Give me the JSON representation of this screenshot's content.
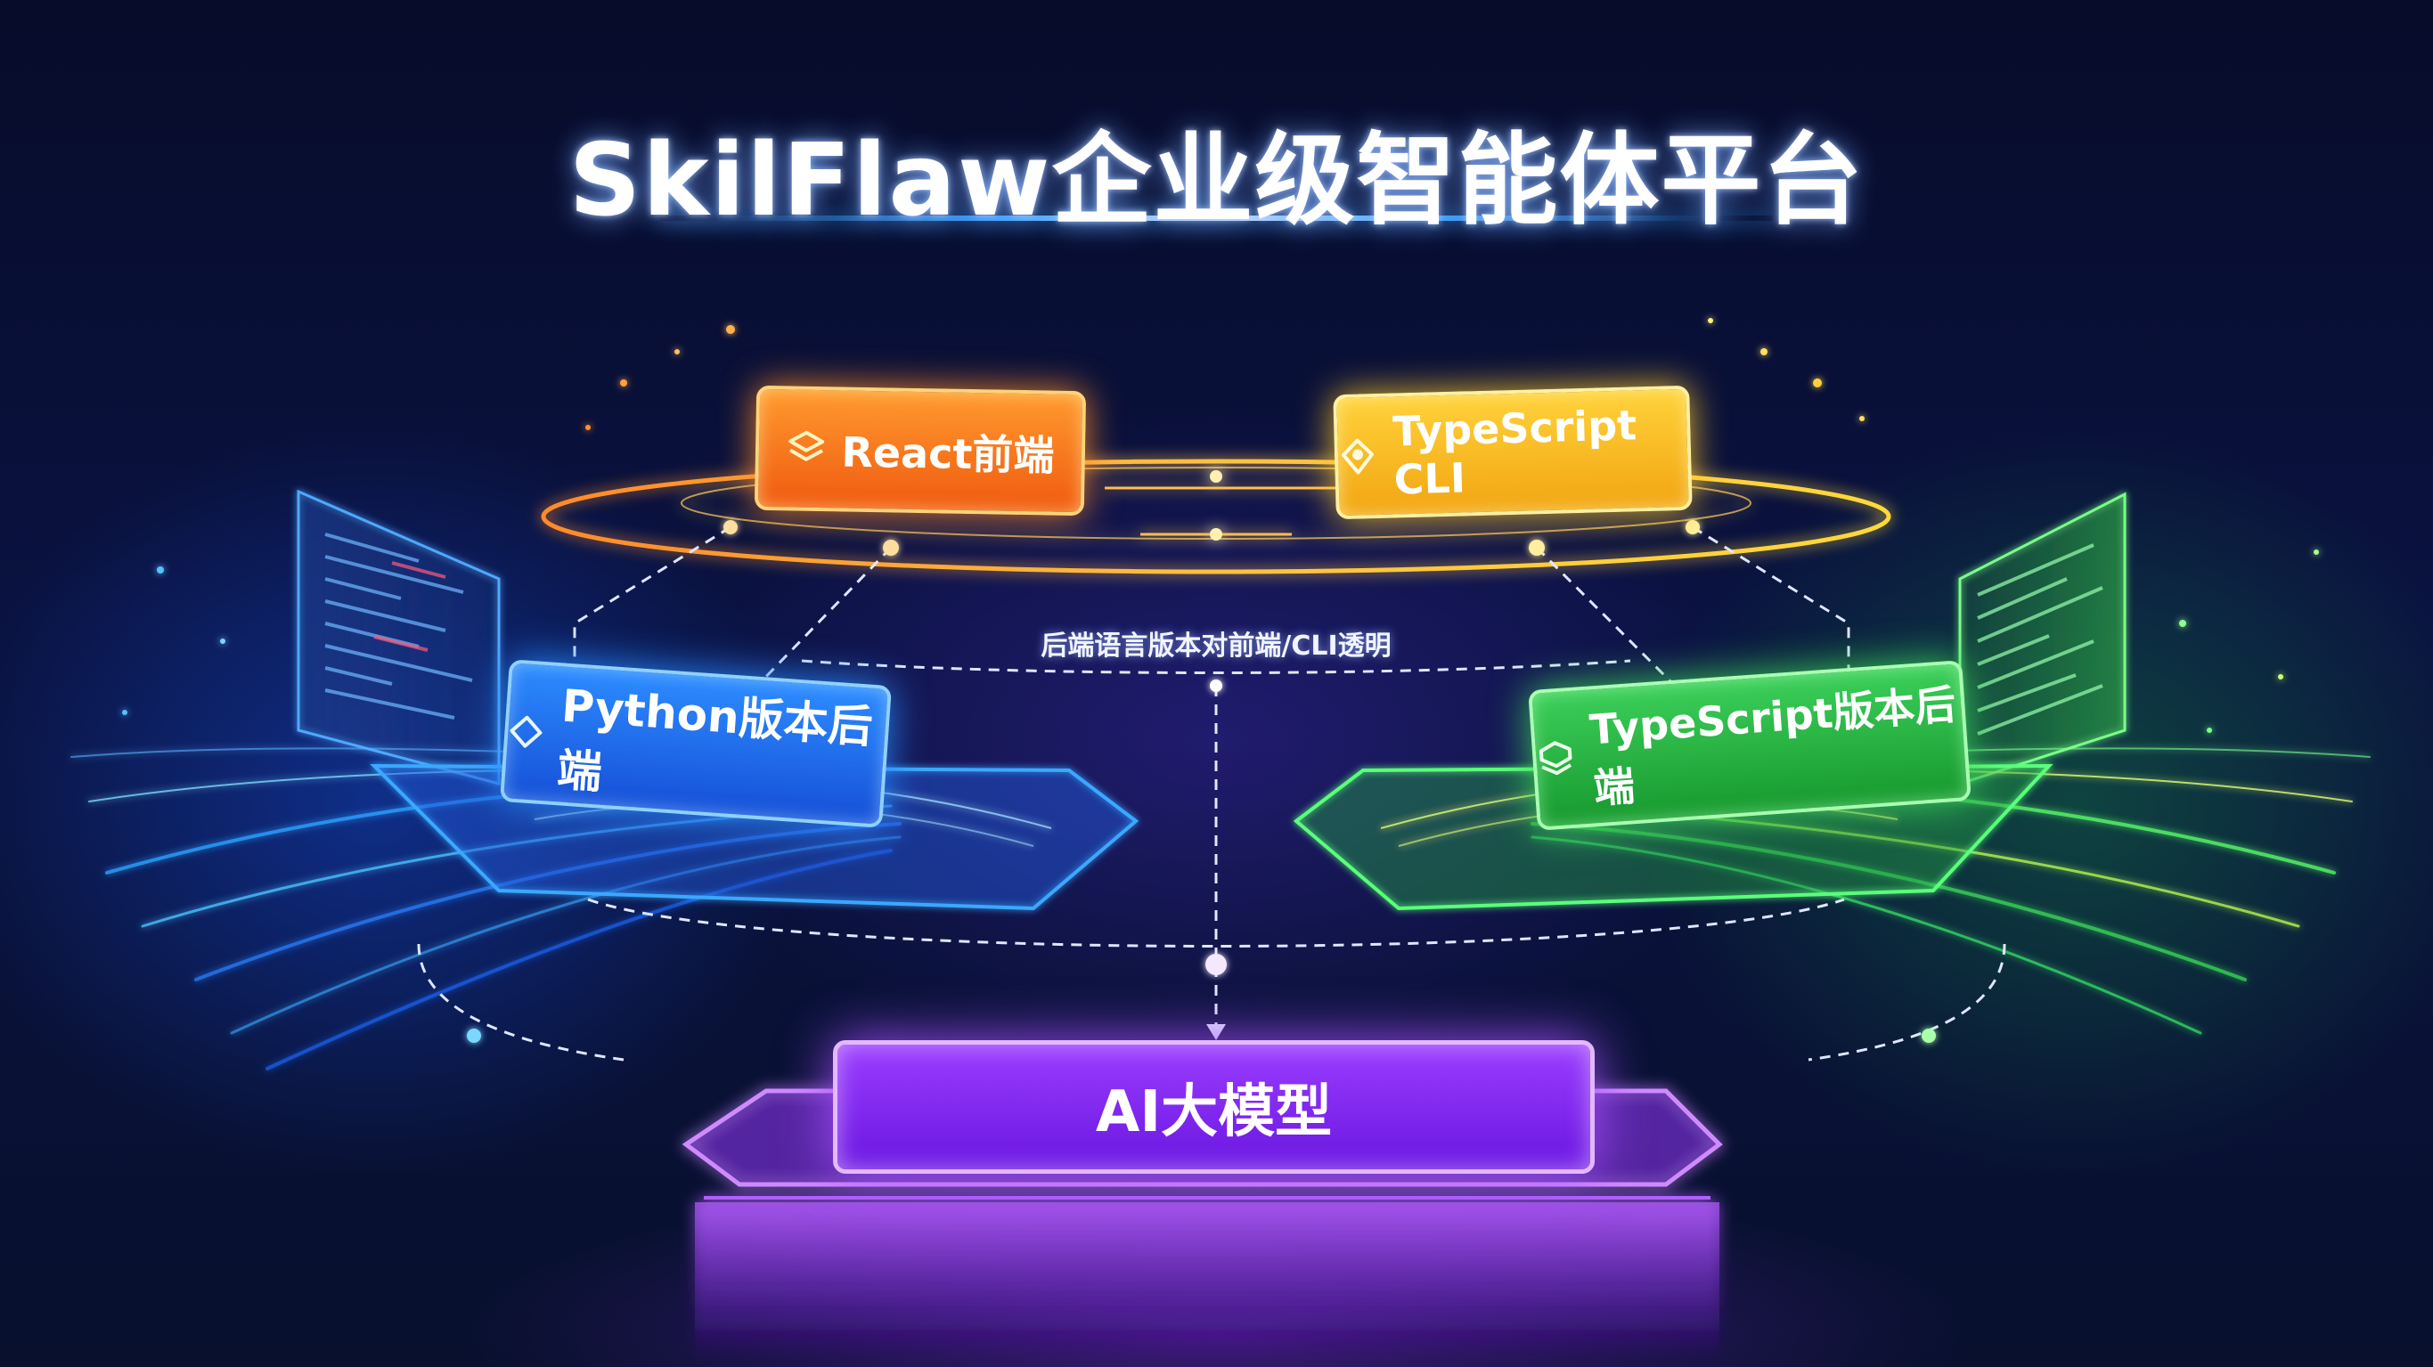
{
  "title": "SkilFlaw企业级智能体平台",
  "connector_label": "后端语言版本对前端/CLI透明",
  "nodes": {
    "react_frontend": {
      "label": "React前端",
      "icon": "layers-icon",
      "color": "#f57a1e"
    },
    "typescript_cli": {
      "label": "TypeScript CLI",
      "icon": "location-diamond-icon",
      "color": "#f6b61c"
    },
    "python_backend": {
      "label": "Python版本后端",
      "icon": "diamond-icon",
      "color": "#2070f0"
    },
    "typescript_backend": {
      "label": "TypeScript版本后端",
      "icon": "layers-icon",
      "color": "#25b53f"
    },
    "ai_model": {
      "label": "AI大模型",
      "color": "#8a2cf5"
    }
  },
  "colors": {
    "background": "#070c2a",
    "title_glow": "#3aa0ff",
    "dashed_lines": "#dfe6ff"
  }
}
